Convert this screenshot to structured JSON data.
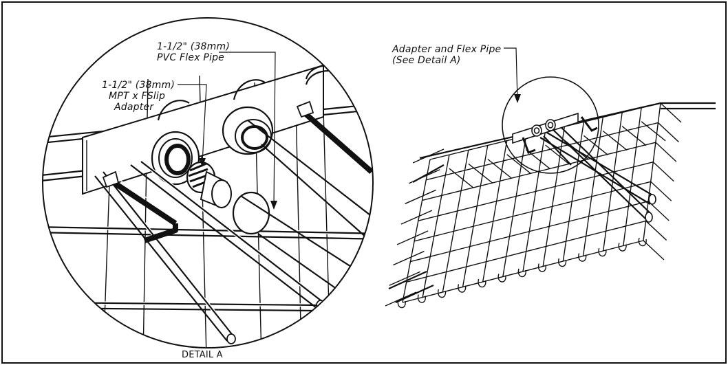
{
  "labels": {
    "pvc_line1": "1-1/2\" (38mm)",
    "pvc_line2": "PVC Flex Pipe",
    "mpt_line1": "1-1/2\" (38mm)",
    "mpt_line2": "MPT x FSlip",
    "mpt_line3": "Adapter",
    "adapter_line1": "Adapter and Flex Pipe",
    "adapter_line2": "(See Detail A)",
    "detail_caption": "DETAIL A"
  },
  "colors": {
    "line": "#111111",
    "background": "#ffffff"
  }
}
